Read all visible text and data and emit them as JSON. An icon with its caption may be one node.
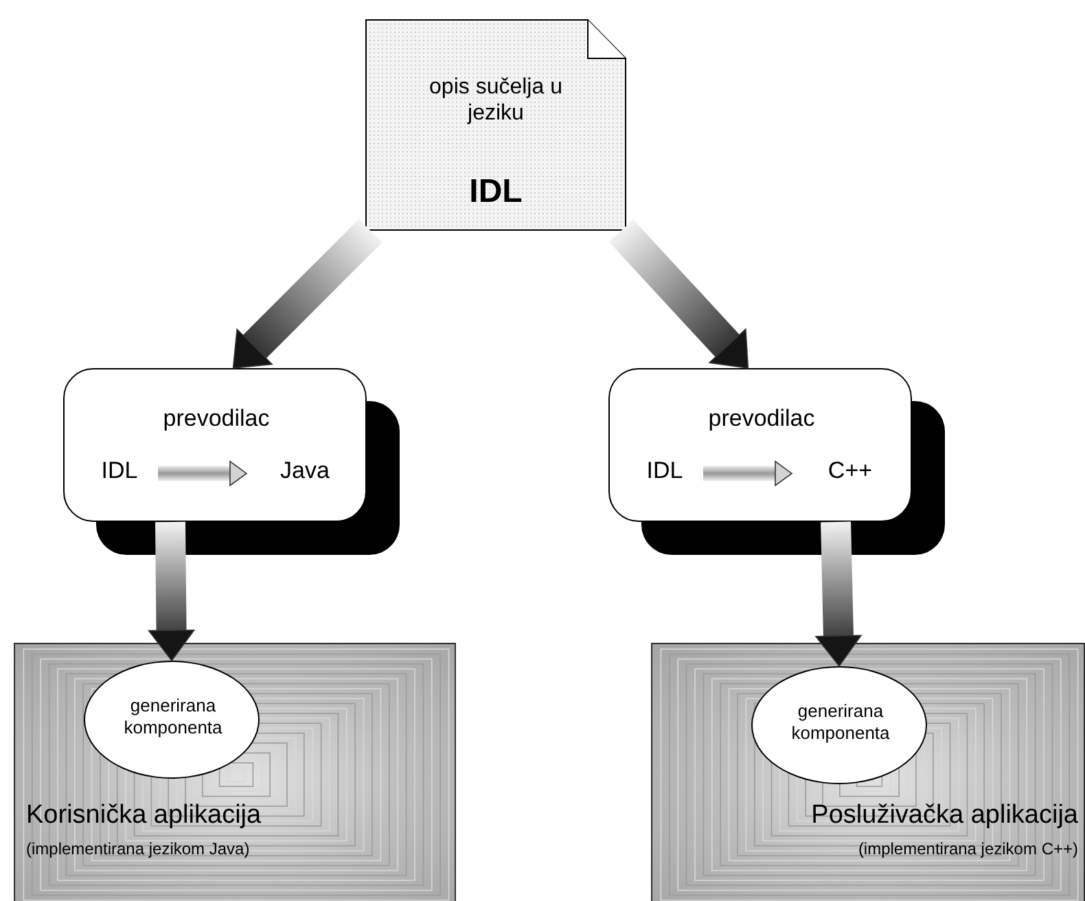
{
  "diagram": {
    "nodes": [
      {
        "text": [
          "opis sučelja u jeziku",
          "IDL"
        ]
      },
      {
        "text": [
          "prevodilac"
        ]
      },
      {
        "text": [
          "IDL"
        ],
        "in": 1
      },
      {
        "text": [
          "Java"
        ],
        "in": 1
      },
      {
        "text": [
          "prevodilac"
        ]
      },
      {
        "text": [
          "IDL"
        ],
        "in": 4
      },
      {
        "text": [
          "C++"
        ],
        "in": 4
      },
      {
        "text": [
          "Korisnička aplikacija",
          "(implementirana jezikom Java)"
        ]
      },
      {
        "text": [
          "generirana komponenta"
        ],
        "in": 7
      },
      {
        "text": [
          "Posluživačka aplikacija",
          "(implementirana jezikom C++)"
        ]
      },
      {
        "text": [
          "generirana komponenta"
        ],
        "in": 9
      }
    ],
    "edges": [
      {
        "from": 0,
        "to": 1,
        "arrow": "to"
      },
      {
        "from": 0,
        "to": 4,
        "arrow": "to"
      },
      {
        "from": 2,
        "to": 3,
        "arrow": "to"
      },
      {
        "from": 5,
        "to": 6,
        "arrow": "to"
      },
      {
        "from": 1,
        "to": 8,
        "arrow": "to"
      },
      {
        "from": 4,
        "to": 10,
        "arrow": "to"
      }
    ]
  }
}
